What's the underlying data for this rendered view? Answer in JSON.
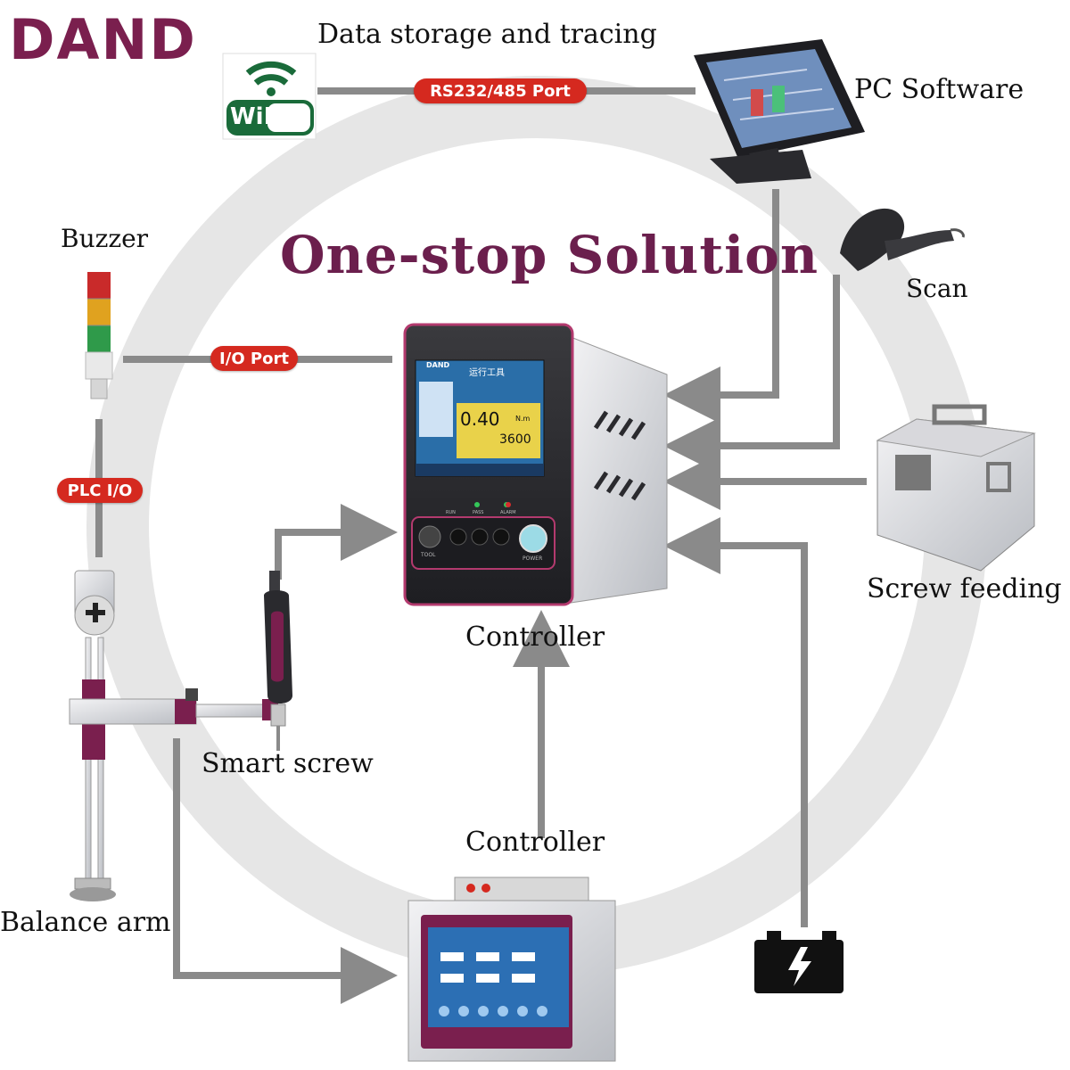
{
  "brand": {
    "logo_text": "DAND",
    "color": "#7a1f4e"
  },
  "headline": "One-stop Solution",
  "labels": {
    "data_storage": "Data storage and tracing",
    "pc_software": "PC Software",
    "buzzer": "Buzzer",
    "scan": "Scan",
    "controller_main": "Controller",
    "screw_feeding": "Screw feeding",
    "smart_screw": "Smart screw",
    "controller_bottom": "Controller",
    "balance_arm": "Balance arm"
  },
  "ports": {
    "rs232": "RS232/485 Port",
    "io": "I/O Port",
    "plc": "PLC I/O"
  },
  "wifi_text": "WiFi",
  "screen": {
    "title": "运行工具",
    "torque": "0.40",
    "torque_unit": "N.m",
    "speed": "3600",
    "leds": [
      "RUN",
      "PASS",
      "ALARM"
    ],
    "power_label": "POWER",
    "tool_label": "TOOL"
  },
  "colors": {
    "accent": "#d5291f",
    "headline": "#6b1f4d",
    "arrow": "#888888",
    "ring": "#e6e6e6"
  }
}
